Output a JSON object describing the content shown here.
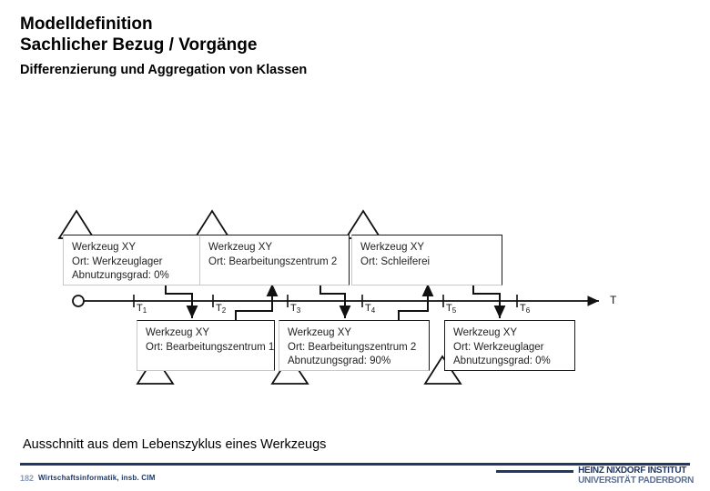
{
  "header": {
    "line1": "Modelldefinition",
    "line2": "Sachlicher Bezug / Vorgänge",
    "line3": "Differenzierung und Aggregation von Klassen"
  },
  "caption": "Ausschnitt aus dem Lebenszyklus eines Werkzeugs",
  "footer": {
    "page_number": "182",
    "chair": "Wirtschaftsinformatik, insb. CIM",
    "logo_line1": "HEINZ NIXDORF INSTITUT",
    "logo_line2": "UNIVERSITÄT PADERBORN"
  },
  "diagram": {
    "axis_label": "T",
    "origin_marker": "circle",
    "tick_labels": [
      "T1",
      "T2",
      "T3",
      "T4",
      "T5",
      "T6"
    ],
    "tick_bases": [
      "T",
      "T",
      "T",
      "T",
      "T",
      "T"
    ],
    "tick_subs": [
      "1",
      "2",
      "3",
      "4",
      "5",
      "6"
    ],
    "top_boxes": [
      {
        "line1": "Werkzeug XY",
        "line2": "Ort: Werkzeuglager",
        "line3": "Abnutzungsgrad: 0%"
      },
      {
        "line1": "Werkzeug XY",
        "line2": "Ort: Bearbeitungszentrum 2",
        "line3": ""
      },
      {
        "line1": "Werkzeug XY",
        "line2": "Ort: Schleiferei",
        "line3": ""
      }
    ],
    "bottom_boxes": [
      {
        "line1": "Werkzeug XY",
        "line2": "Ort: Bearbeitungszentrum 1",
        "line3": ""
      },
      {
        "line1": "Werkzeug XY",
        "line2": "Ort: Bearbeitungszentrum 2",
        "line3": "Abnutzungsgrad: 90%"
      },
      {
        "line1": "Werkzeug XY",
        "line2": "Ort: Werkzeuglager",
        "line3": "Abnutzungsgrad: 0%"
      }
    ]
  },
  "colors": {
    "accent": "#1f3864",
    "line": "#111111",
    "box_border_dark": "#1a1a1a",
    "box_border_light": "#c9c9c9"
  }
}
